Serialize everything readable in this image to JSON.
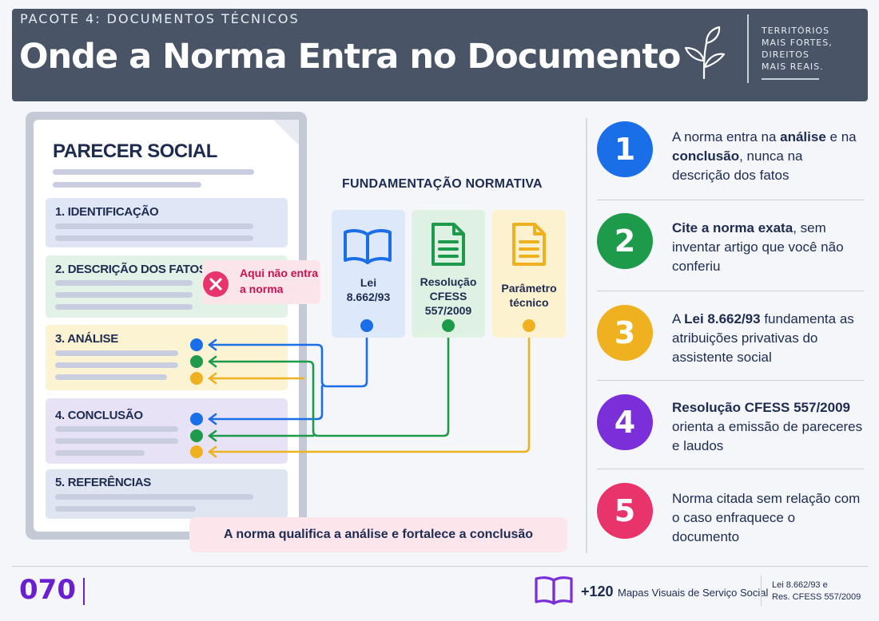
{
  "header": {
    "kicker": "PACOTE 4: DOCUMENTOS TÉCNICOS",
    "title": "Onde a Norma Entra no Documento",
    "brand": [
      "TERRITÓRIOS",
      "MAIS FORTES,",
      "DIREITOS",
      "MAIS REAIS."
    ]
  },
  "document": {
    "title": "PARECER SOCIAL",
    "sections": [
      {
        "label": "1. IDENTIFICAÇÃO"
      },
      {
        "label": "2. DESCRIÇÃO DOS FATOS"
      },
      {
        "label": "3. ANÁLISE"
      },
      {
        "label": "4. CONCLUSÃO"
      },
      {
        "label": "5. REFERÊNCIAS"
      }
    ],
    "callout": "Aqui não entra a norma"
  },
  "fundamentacao": {
    "title": "FUNDAMENTAÇÃO NORMATIVA",
    "cards": [
      {
        "line1": "Lei",
        "line2": "8.662/93",
        "line3": "",
        "icon": "book-icon"
      },
      {
        "line1": "Resolução",
        "line2": "CFESS",
        "line3": "557/2009",
        "icon": "document-icon"
      },
      {
        "line1": "Parâmetro",
        "line2": "técnico",
        "line3": "",
        "icon": "document-icon"
      }
    ]
  },
  "banner": "A norma qualifica a análise e fortalece a conclusão",
  "points": [
    {
      "number": "1",
      "parts": [
        [
          "A norma entra na ",
          false
        ],
        [
          "análise",
          true
        ],
        [
          " e na ",
          false
        ],
        [
          "conclusão",
          true
        ],
        [
          ", nunca na descrição dos fatos",
          false
        ]
      ]
    },
    {
      "number": "2",
      "parts": [
        [
          "Cite a norma exata",
          true
        ],
        [
          ", sem inventar artigo que você não conferiu",
          false
        ]
      ]
    },
    {
      "number": "3",
      "parts": [
        [
          "A ",
          false
        ],
        [
          "Lei 8.662/93",
          true
        ],
        [
          " fundamenta as atribuições privativas do assistente social",
          false
        ]
      ]
    },
    {
      "number": "4",
      "parts": [
        [
          "Resolução CFESS 557/2009",
          true
        ],
        [
          " orienta a emissão de pareceres e laudos",
          false
        ]
      ]
    },
    {
      "number": "5",
      "parts": [
        [
          "Norma citada sem relação com o caso enfraquece o documento",
          false
        ]
      ]
    }
  ],
  "footer": {
    "page": "070",
    "count": "+120",
    "desc": "Mapas Visuais de Serviço Social",
    "refs": [
      "Lei 8.662/93 e",
      "Res. CFESS 557/2009"
    ]
  },
  "colors": {
    "blue": "#1a6ee8",
    "green": "#1e9a4b",
    "yellow": "#f0b120",
    "purple": "#7a2fd8",
    "pink": "#e8336b",
    "header": "#495467"
  }
}
